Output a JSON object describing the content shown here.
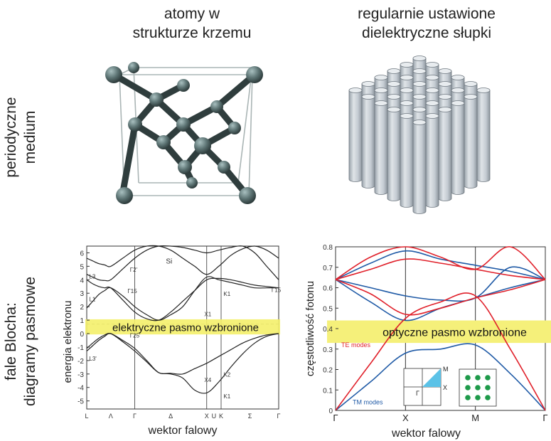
{
  "headers": {
    "left": [
      "atomy w",
      "strukturze krzemu"
    ],
    "right": [
      "regularnie ustawione",
      "dielektryczne słupki"
    ]
  },
  "row_labels": {
    "top": [
      "periodyczne",
      "medium"
    ],
    "bottom": [
      "fale Blocha:",
      "diagramy pasmowe"
    ]
  },
  "chart_data": [
    {
      "type": "line",
      "title": "Si",
      "xlabel": "wektor falowy",
      "ylabel": "energia elektronu",
      "x_ticks": [
        "L",
        "Λ",
        "Γ",
        "Δ",
        "X",
        "U",
        "K",
        "Σ",
        "Γ"
      ],
      "y_ticks": [
        6,
        5,
        4,
        3,
        2,
        1,
        0,
        -1,
        -2,
        -3,
        -4,
        -5
      ],
      "ylim": [
        -5.6,
        6.5
      ],
      "point_labels": [
        "L3",
        "L1",
        "Γ2'",
        "Γ15",
        "X1",
        "K1",
        "Γ15",
        "Γ25'",
        "L3'",
        "X4",
        "K2",
        "K1"
      ],
      "annotation": "elektryczne pasmo wzbronione",
      "band_gap": [
        0.15,
        0.85
      ],
      "series": [
        {
          "x": [
            0,
            0.25,
            0.5,
            0.75,
            1,
            1.5,
            2,
            2.5,
            3,
            3.5,
            4,
            4.5,
            5,
            5.5,
            6,
            6.5,
            7,
            7.5,
            8
          ],
          "values": [
            -1.3,
            -0.9,
            -0.5,
            -0.2,
            0,
            -0.6,
            -1.3,
            -2.1,
            -2.9,
            -3.0,
            -3.3,
            -4.2,
            -4.4,
            -3.6,
            -2.5,
            -1.5,
            -0.7,
            -0.2,
            0
          ]
        },
        {
          "x": [
            0,
            0.25,
            0.5,
            0.75,
            1,
            1.5,
            2,
            2.5,
            3,
            3.5,
            4,
            4.5,
            5,
            5.5,
            6,
            6.5,
            7,
            7.5,
            8
          ],
          "values": [
            -1.1,
            -0.7,
            -0.35,
            -0.1,
            0,
            -0.5,
            -1.1,
            -2.0,
            -2.9,
            -2.95,
            -3.0,
            -2.6,
            -2.2,
            -1.7,
            -1.2,
            -0.7,
            -0.35,
            -0.1,
            0
          ]
        },
        {
          "x": [
            0,
            0.25,
            0.5,
            0.75,
            1,
            1.5,
            2,
            2.5,
            3,
            3.5,
            4,
            4.5,
            5,
            5.5,
            6,
            6.5,
            7,
            7.5,
            8
          ],
          "values": [
            1.9,
            2.4,
            2.9,
            3.2,
            3.4,
            2.8,
            2.0,
            1.4,
            1.0,
            1.4,
            2.0,
            3.2,
            4.2,
            4.0,
            3.8,
            3.6,
            3.4,
            3.4,
            3.4
          ]
        },
        {
          "x": [
            0,
            0.25,
            0.5,
            0.75,
            1,
            1.5,
            2,
            2.5,
            3,
            3.5,
            4,
            4.5,
            5,
            5.5,
            6,
            6.5,
            7,
            7.5,
            8
          ],
          "values": [
            4.0,
            3.7,
            3.5,
            3.4,
            3.4,
            2.5,
            1.6,
            1.1,
            1.0,
            1.6,
            2.4,
            3.2,
            4.0,
            4.1,
            4.0,
            3.8,
            3.6,
            3.5,
            3.4
          ]
        },
        {
          "x": [
            0,
            0.25,
            0.5,
            0.75,
            1,
            1.5,
            2,
            2.5,
            3,
            3.5,
            4,
            4.5,
            5,
            5.5,
            6,
            6.5,
            7,
            7.5,
            8
          ],
          "values": [
            4.4,
            4.2,
            4.0,
            3.95,
            4.0,
            4.8,
            5.6,
            6.2,
            6.5,
            6.5,
            6.4,
            6.2,
            6.0,
            6.2,
            6.4,
            6.5,
            6.0,
            5.0,
            4.0
          ]
        },
        {
          "x": [
            0,
            0.25,
            0.5,
            0.75,
            1,
            1.5,
            2,
            2.5,
            3,
            3.5,
            4,
            4.5,
            5,
            5.5,
            6,
            6.5,
            7,
            7.5,
            8
          ],
          "values": [
            5.6,
            5.4,
            5.2,
            5.1,
            5.0,
            5.6,
            6.2,
            6.5,
            6.5,
            6.2,
            5.6,
            5.0,
            4.4,
            5.0,
            5.8,
            6.3,
            6.5,
            6.2,
            5.6
          ]
        }
      ]
    },
    {
      "type": "line",
      "xlabel": "wektor falowy",
      "ylabel": "częstotliwość fotonu",
      "x_ticks": [
        "Γ",
        "X",
        "M",
        "Γ"
      ],
      "y_ticks": [
        0,
        0.1,
        0.2,
        0.3,
        0.4,
        0.5,
        0.6,
        0.7,
        0.8
      ],
      "ylim": [
        0,
        0.8
      ],
      "annotation": "optyczne pasmo wzbronione",
      "band_gap": [
        0.33,
        0.44
      ],
      "legend": [
        "TE modes",
        "TM modes"
      ],
      "inset_labels": [
        "M",
        "X",
        "Γ"
      ],
      "colors": {
        "TE": "#e0202a",
        "TM": "#1f5aa6",
        "gap": "#f5f07a"
      },
      "series": [
        {
          "name": "TM modes",
          "x": [
            0,
            0.5,
            1,
            1.5,
            2,
            2.5,
            3
          ],
          "values": [
            0,
            0.14,
            0.28,
            0.3,
            0.32,
            0.18,
            0
          ]
        },
        {
          "name": "TM modes",
          "x": [
            0,
            0.5,
            1,
            1.5,
            2,
            2.5,
            3
          ],
          "values": [
            0.64,
            0.53,
            0.44,
            0.5,
            0.55,
            0.6,
            0.64
          ]
        },
        {
          "name": "TM modes",
          "x": [
            0,
            0.5,
            1,
            1.5,
            2,
            2.5,
            3
          ],
          "values": [
            0.64,
            0.72,
            0.78,
            0.74,
            0.71,
            0.68,
            0.64
          ]
        },
        {
          "name": "TM modes",
          "x": [
            0,
            0.5,
            1,
            1.5,
            2,
            2.5,
            3
          ],
          "values": [
            0.64,
            0.6,
            0.56,
            0.54,
            0.55,
            0.7,
            0.64
          ]
        },
        {
          "name": "TE modes",
          "x": [
            0,
            0.5,
            1,
            1.5,
            2,
            2.5,
            3
          ],
          "values": [
            0,
            0.23,
            0.45,
            0.53,
            0.56,
            0.3,
            0
          ]
        },
        {
          "name": "TE modes",
          "x": [
            0,
            0.5,
            1,
            1.5,
            2,
            2.5,
            3
          ],
          "values": [
            0.64,
            0.57,
            0.47,
            0.5,
            0.55,
            0.59,
            0.64
          ]
        },
        {
          "name": "TE modes",
          "x": [
            0,
            0.5,
            1,
            1.5,
            2,
            2.5,
            3
          ],
          "values": [
            0.64,
            0.69,
            0.74,
            0.72,
            0.69,
            0.66,
            0.64
          ]
        },
        {
          "name": "TE modes",
          "x": [
            0,
            0.5,
            1,
            1.5,
            2,
            2.5,
            3
          ],
          "values": [
            0.64,
            0.75,
            0.8,
            0.75,
            0.69,
            0.8,
            0.64
          ]
        }
      ]
    }
  ]
}
